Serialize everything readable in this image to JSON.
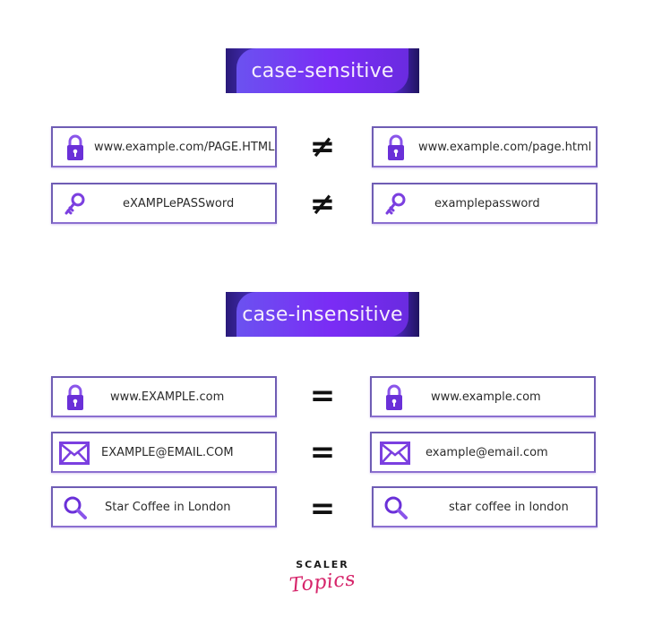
{
  "sections": {
    "sensitive": {
      "title": "case-sensitive",
      "rows": [
        {
          "left": {
            "icon": "lock-icon",
            "text": "www.example.com/PAGE.HTML"
          },
          "operator": "≠",
          "right": {
            "icon": "lock-icon",
            "text": "www.example.com/page.html"
          }
        },
        {
          "left": {
            "icon": "key-icon",
            "text": "eXAMPLePASSword"
          },
          "operator": "≠",
          "right": {
            "icon": "key-icon",
            "text": "examplepassword"
          }
        }
      ]
    },
    "insensitive": {
      "title": "case-insensitive",
      "rows": [
        {
          "left": {
            "icon": "lock-icon",
            "text": "www.EXAMPLE.com"
          },
          "operator": "=",
          "right": {
            "icon": "lock-icon",
            "text": "www.example.com"
          }
        },
        {
          "left": {
            "icon": "envelope-icon",
            "text": "EXAMPLE@EMAIL.COM"
          },
          "operator": "=",
          "right": {
            "icon": "envelope-icon",
            "text": "example@email.com"
          }
        },
        {
          "left": {
            "icon": "search-icon",
            "text": "Star Coffee in London"
          },
          "operator": "=",
          "right": {
            "icon": "search-icon",
            "text": "star coffee in london"
          }
        }
      ]
    }
  },
  "logo": {
    "line1": "SCALER",
    "line2": "Topics"
  },
  "colors": {
    "accent": "#7a2cf0",
    "icon": "#7b3fe0",
    "border": "#6f5db4",
    "logo_pink": "#d6246a"
  }
}
